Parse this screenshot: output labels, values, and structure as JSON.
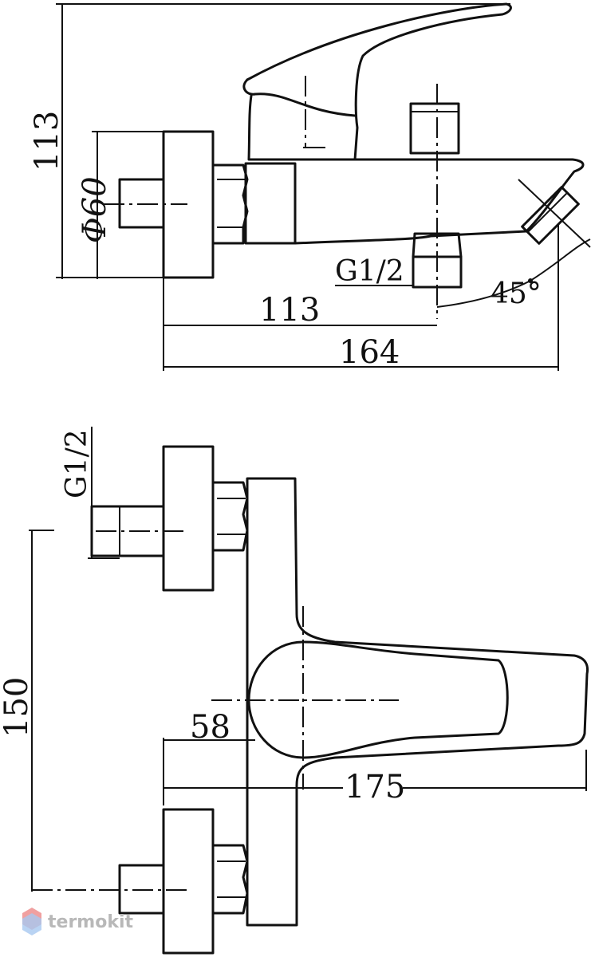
{
  "top_view": {
    "dim_height": "113",
    "dim_diameter": "Φ60",
    "dim_thread": "G1/2",
    "dim_angle": "45°",
    "dim_spout_axis": "113",
    "dim_total_depth": "164"
  },
  "side_view": {
    "dim_thread": "G1/2",
    "dim_centers": "150",
    "dim_lever_axis": "58",
    "dim_lever_length": "175"
  },
  "watermark": {
    "text": "termokit"
  }
}
